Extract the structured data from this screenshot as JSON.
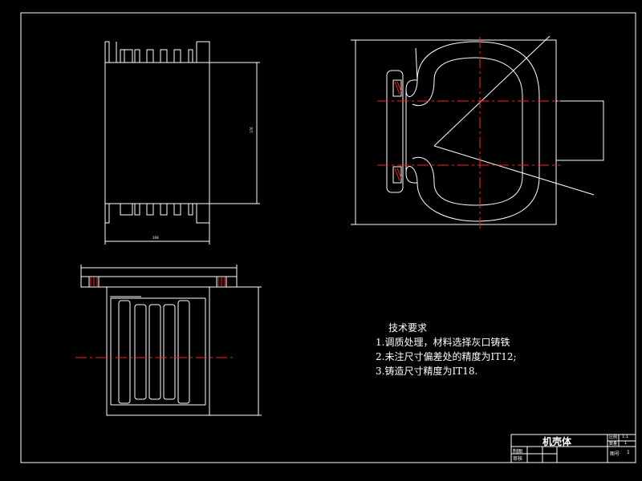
{
  "drawing": {
    "technical_requirements": {
      "title": "技术要求",
      "items": [
        "1.调质处理，材料选择灰口铸铁",
        "2.未注尺寸偏差处的精度为IT12;",
        "3.铸造尺寸精度为IT18."
      ]
    },
    "title_block": {
      "part_name": "机壳体",
      "scale_label": "比例",
      "scale_value": "1:1",
      "qty_label": "数量",
      "qty_value": "1",
      "drawing_no_label": "图号",
      "drawing_no_value": "1",
      "designer_label": "制图",
      "checker_label": "审核"
    }
  },
  "colors": {
    "background": "#000000",
    "outline": "#ffffff",
    "centerline": "#ff2020"
  }
}
